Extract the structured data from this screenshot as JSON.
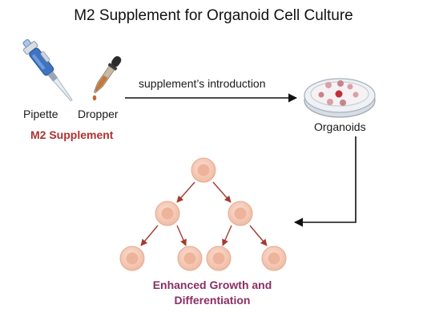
{
  "title": "M2 Supplement for Organoid Cell Culture",
  "tools": {
    "pipette_label": "Pipette",
    "dropper_label": "Dropper",
    "group_label": "M2 Supplement"
  },
  "arrow_label": "supplement’s introduction",
  "dish_label": "Organoids",
  "result_label": "Enhanced Growth and Differentiation",
  "colors": {
    "supplement_red": "#b03030",
    "result_purple": "#8a2f64",
    "arrow_red": "#a43a2e",
    "cell_fill": "#f3c7b3",
    "cell_nucleus": "#e9a98e"
  },
  "icons": [
    "pipette-icon",
    "dropper-icon",
    "petri-dish-icon",
    "cell-icon"
  ]
}
